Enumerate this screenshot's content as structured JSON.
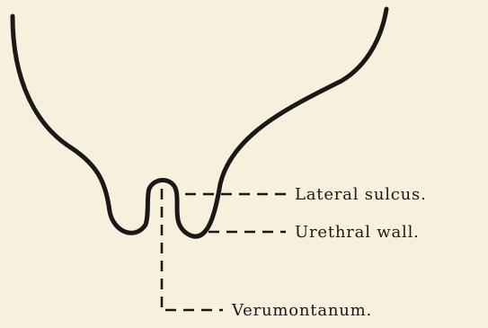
{
  "labels": {
    "lateral_sulcus": "Lateral sulcus.",
    "urethral_wall": "Urethral wall.",
    "verumontanum": "Verumontanum."
  },
  "colors": {
    "paper": "#f6f0dd",
    "ink": "#1b1815"
  }
}
